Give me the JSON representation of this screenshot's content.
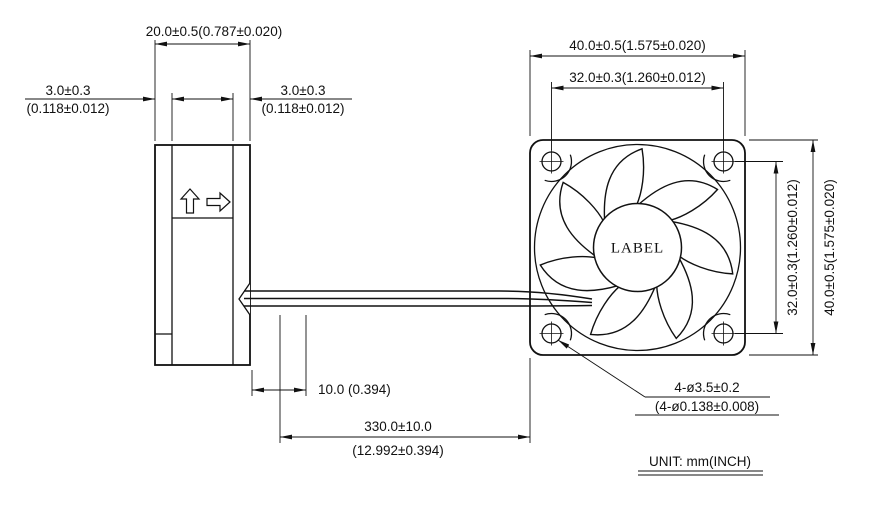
{
  "drawing": {
    "unit_note": "UNIT: mm(INCH)",
    "fan_label": "LABEL",
    "dims": {
      "side_width": "20.0±0.5(0.787±0.020)",
      "side_left_mm": "3.0±0.3",
      "side_left_inch": "(0.118±0.012)",
      "side_right_mm": "3.0±0.3",
      "side_right_inch": "(0.118±0.012)",
      "front_width": "40.0±0.5(1.575±0.020)",
      "front_hole_pitch_h": "32.0±0.3(1.260±0.012)",
      "front_hole_pitch_v": "32.0±0.3(1.260±0.012)",
      "front_height": "40.0±0.5(1.575±0.020)",
      "lead_strip": "10.0 (0.394)",
      "lead_length_mm": "330.0±10.0",
      "lead_length_inch": "(12.992±0.394)",
      "mount_holes_mm": "4-ø3.5±0.2",
      "mount_holes_inch": "(4-ø0.138±0.008)"
    }
  }
}
